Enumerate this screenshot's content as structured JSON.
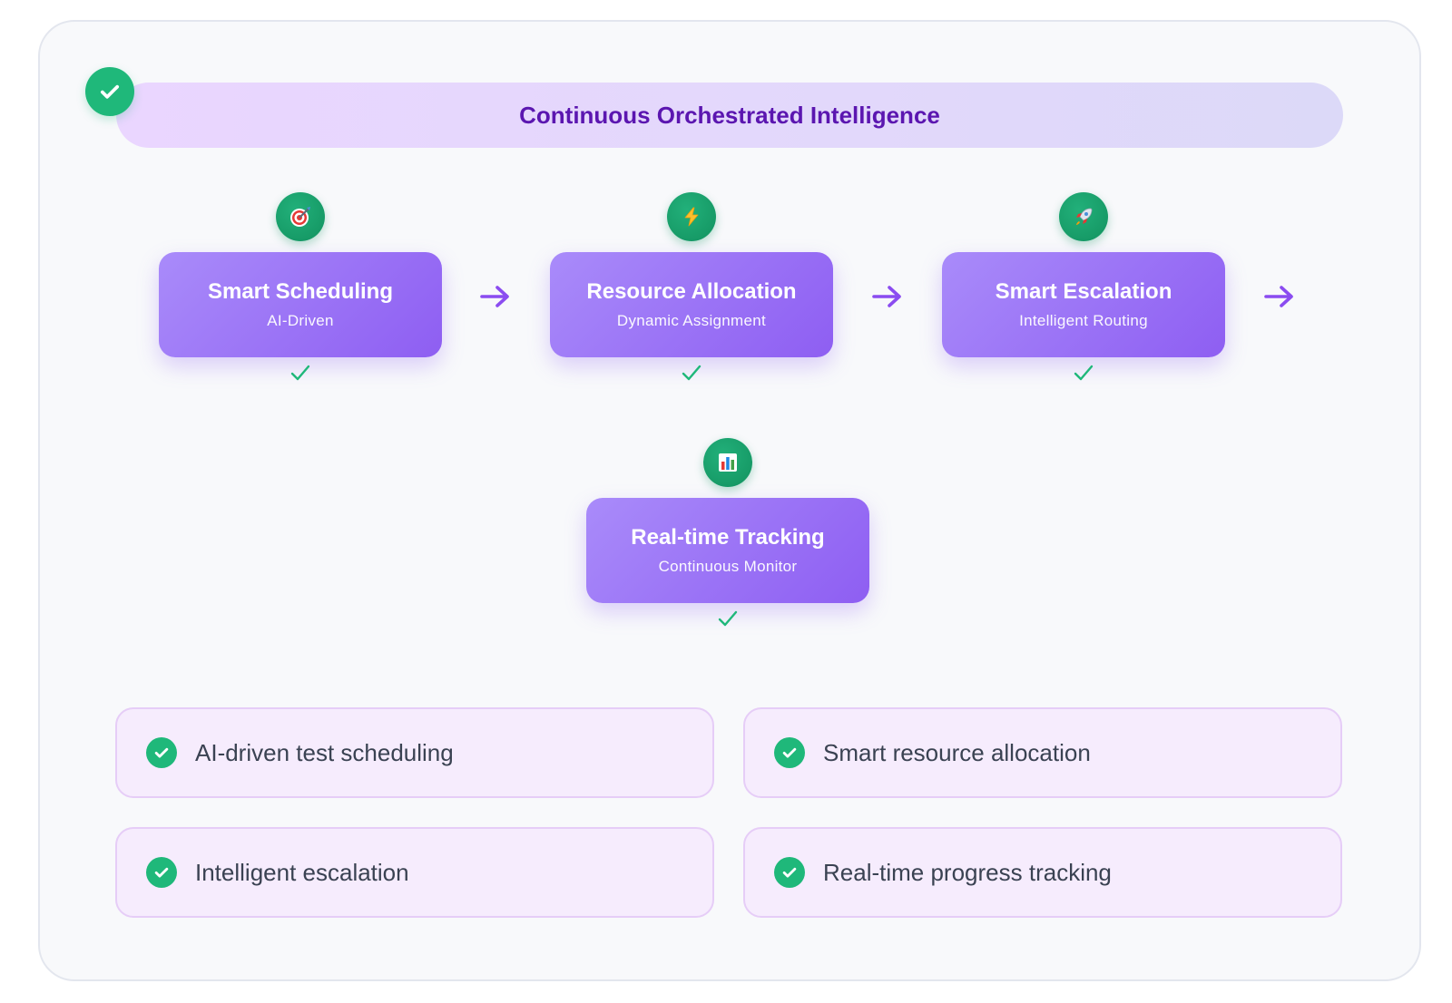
{
  "banner": {
    "title": "Continuous Orchestrated Intelligence"
  },
  "nodes": [
    {
      "title": "Smart Scheduling",
      "subtitle": "AI-Driven",
      "icon": "target-icon"
    },
    {
      "title": "Resource Allocation",
      "subtitle": "Dynamic Assignment",
      "icon": "lightning-icon"
    },
    {
      "title": "Smart Escalation",
      "subtitle": "Intelligent Routing",
      "icon": "rocket-icon"
    },
    {
      "title": "Real-time Tracking",
      "subtitle": "Continuous Monitor",
      "icon": "bar-chart-icon"
    }
  ],
  "features": [
    {
      "label": "AI-driven test scheduling"
    },
    {
      "label": "Smart resource allocation"
    },
    {
      "label": "Intelligent escalation"
    },
    {
      "label": "Real-time progress tracking"
    }
  ],
  "colors": {
    "accent_purple": "#8b5cf6",
    "banner_text": "#5b16b0",
    "check_green": "#1fb87a",
    "feature_bg": "#f6ecfd"
  }
}
